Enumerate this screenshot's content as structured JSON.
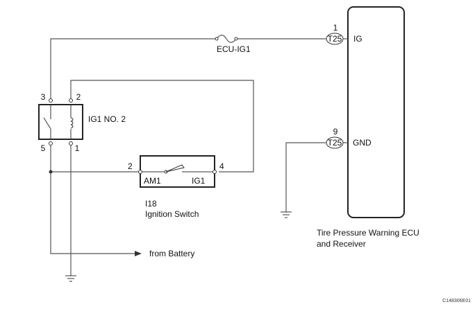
{
  "ecu": {
    "name_line1": "Tire Pressure Warning ECU",
    "name_line2": "and Receiver",
    "connector": "T25",
    "pins": {
      "ig": {
        "number": "1",
        "name": "IG"
      },
      "gnd": {
        "number": "9",
        "name": "GND"
      }
    }
  },
  "fuse": {
    "name": "ECU-IG1"
  },
  "relay": {
    "name": "IG1 NO. 2",
    "terminals": {
      "t1": "1",
      "t2": "2",
      "t3": "3",
      "t5": "5"
    }
  },
  "ignition_switch": {
    "code": "I18",
    "name": "Ignition Switch",
    "terminals": {
      "am1_no": "2",
      "am1": "AM1",
      "ig1_no": "4",
      "ig1": "IG1"
    }
  },
  "battery": {
    "label": "from Battery"
  },
  "figure_code": "C148306E01"
}
